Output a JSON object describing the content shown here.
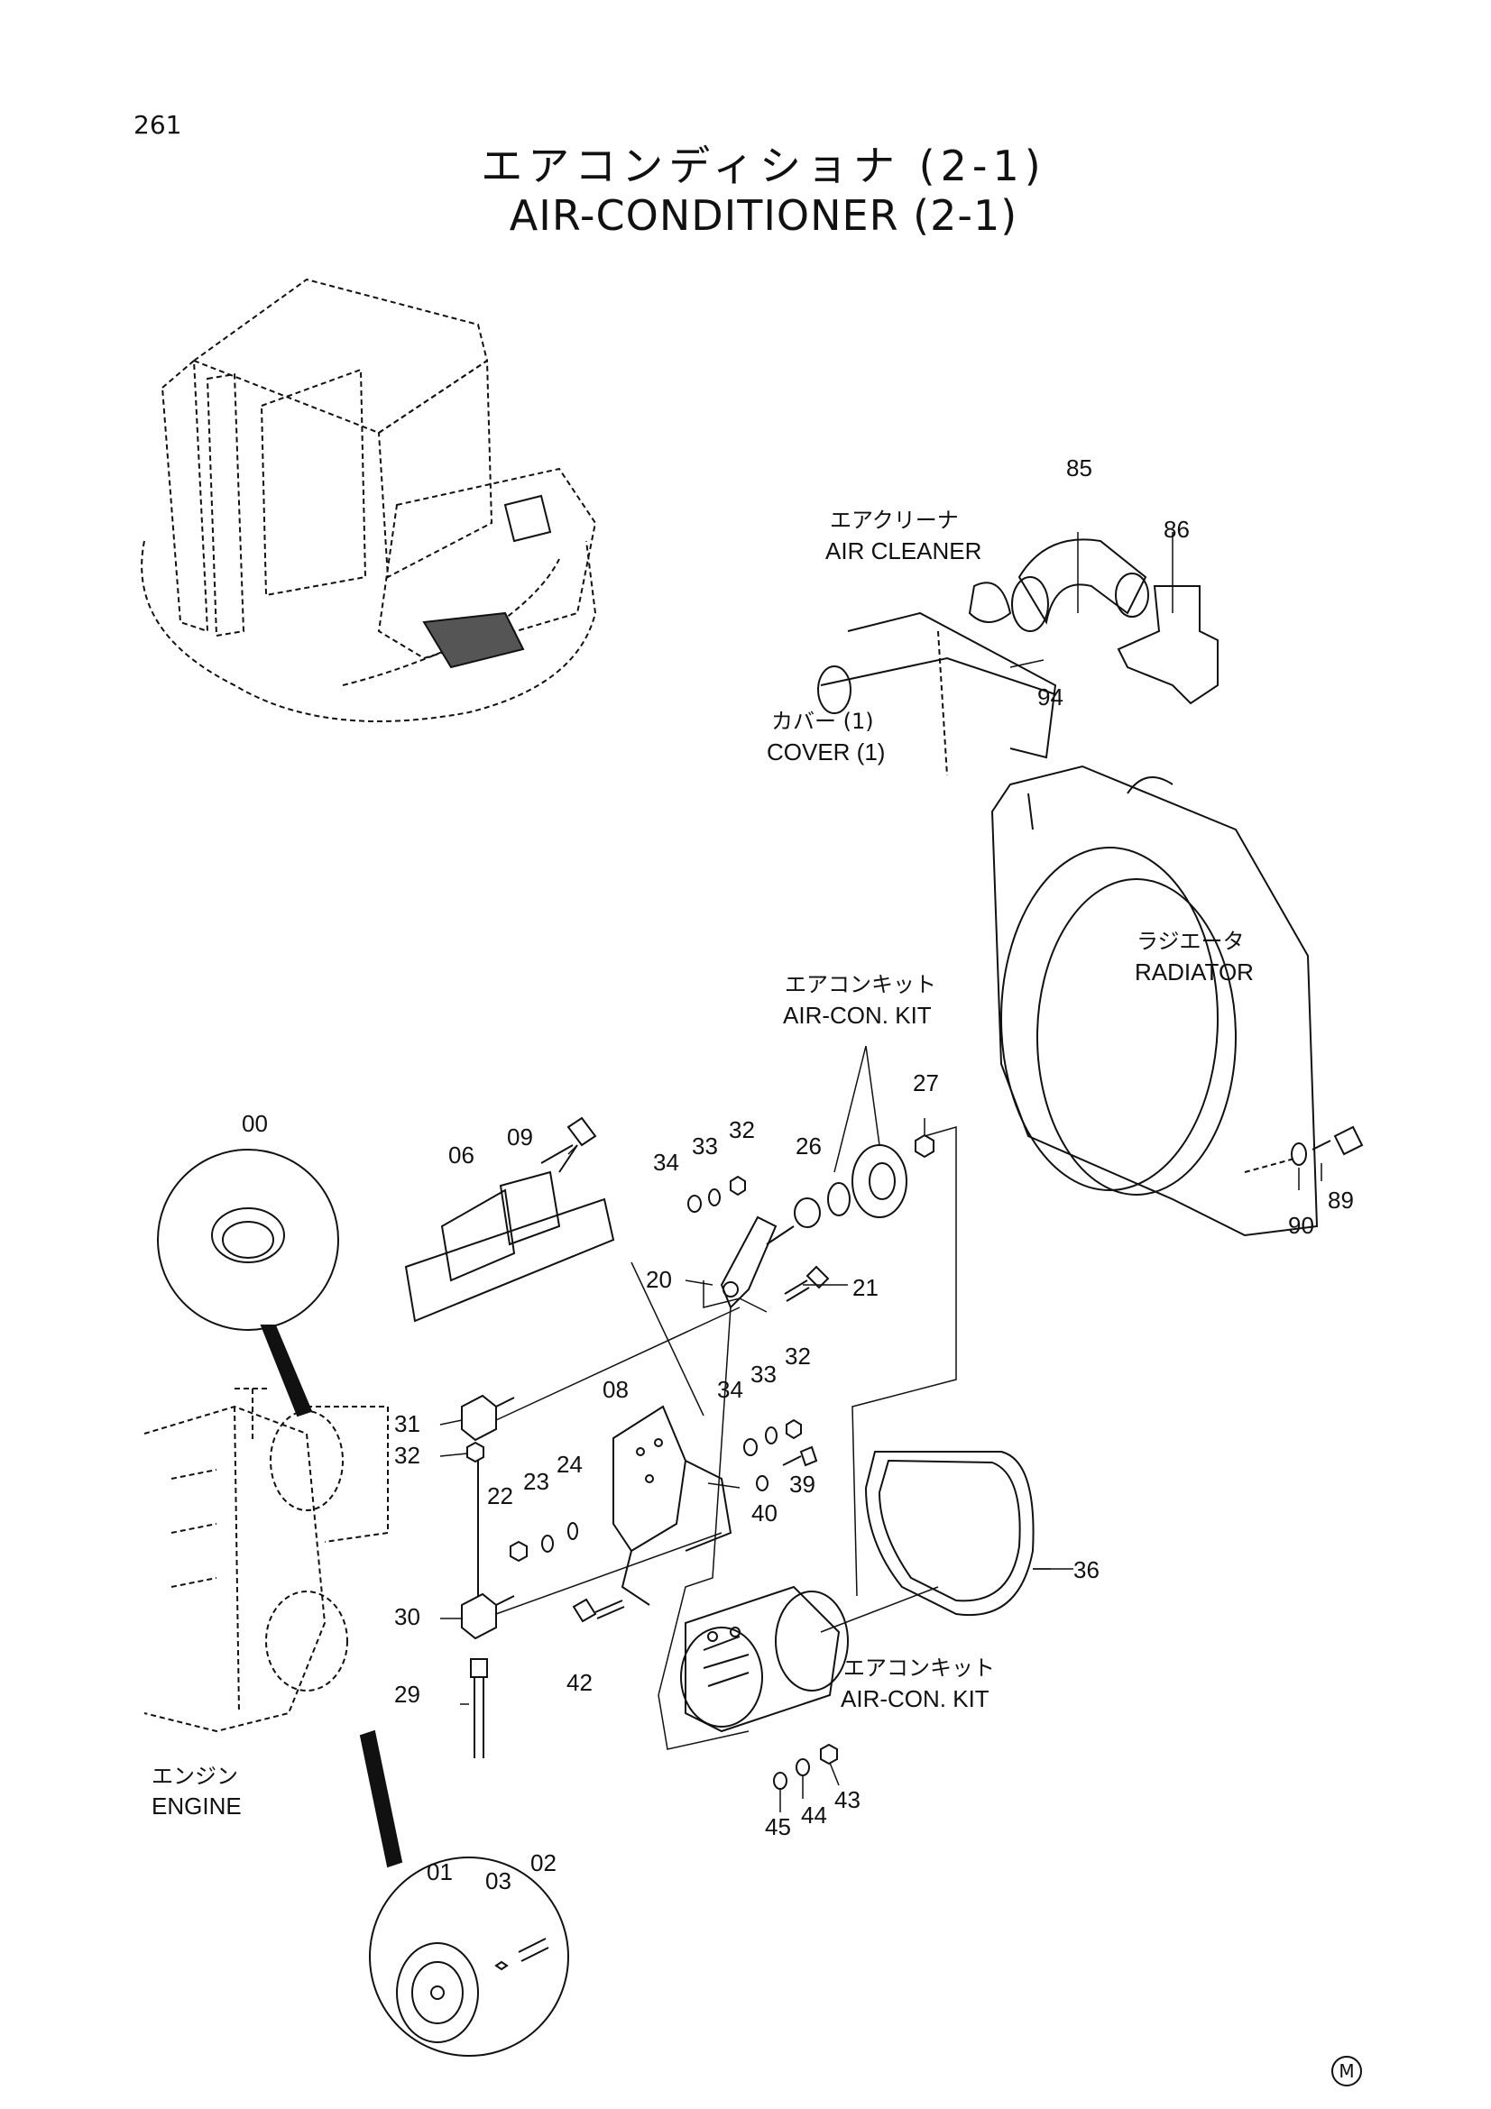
{
  "page": {
    "number": "261",
    "mark": "M"
  },
  "title": {
    "jp": "エアコンディショナ (2-1)",
    "en": "AIR-CONDITIONER (2-1)"
  },
  "callouts": {
    "air_cleaner_jp": "エアクリーナ",
    "air_cleaner_en": "AIR CLEANER",
    "cover_jp": "カバー (1)",
    "cover_en": "COVER (1)",
    "radiator_jp": "ラジエータ",
    "radiator_en": "RADIATOR",
    "aircon_kit1_jp": "エアコンキット",
    "aircon_kit1_en": "AIR-CON. KIT",
    "aircon_kit2_jp": "エアコンキット",
    "aircon_kit2_en": "AIR-CON. KIT",
    "engine_jp": "エンジン",
    "engine_en": "ENGINE"
  },
  "parts": {
    "p85": "85",
    "p86": "86",
    "p94": "94",
    "p27": "27",
    "p32a": "32",
    "p33a": "33",
    "p34a": "34",
    "p26": "26",
    "p09": "09",
    "p06": "06",
    "p00": "00",
    "p20": "20",
    "p21": "21",
    "p89": "89",
    "p90": "90",
    "p08": "08",
    "p34b": "34",
    "p33b": "33",
    "p32b": "32",
    "p31": "31",
    "p32c": "32",
    "p22": "22",
    "p23": "23",
    "p24": "24",
    "p39": "39",
    "p40": "40",
    "p36": "36",
    "p30": "30",
    "p42": "42",
    "p29": "29",
    "p45": "45",
    "p44": "44",
    "p43": "43",
    "p01": "01",
    "p03": "03",
    "p02": "02"
  }
}
